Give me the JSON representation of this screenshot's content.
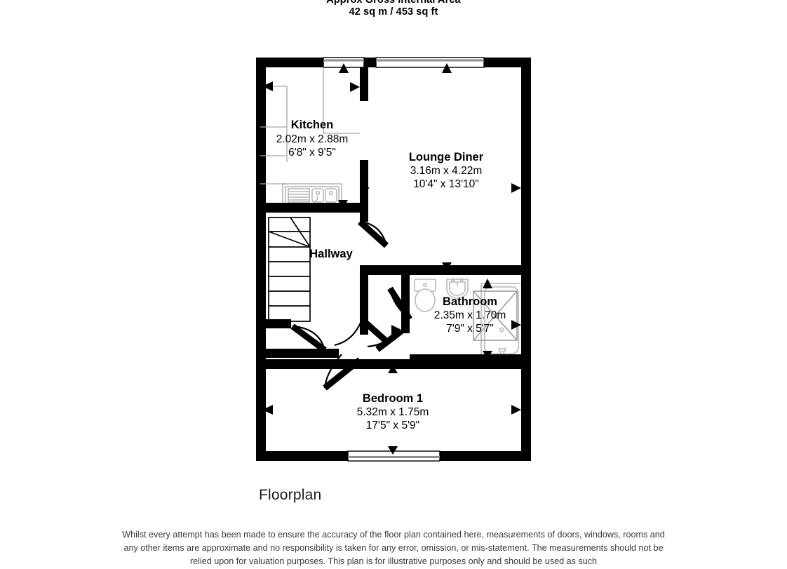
{
  "header": {
    "line1": "Approx Gross Internal Area",
    "line2": "42 sq m / 453 sq ft"
  },
  "caption": "Floorplan",
  "rooms": [
    {
      "id": "kitchen",
      "name": "Kitchen",
      "metric": "2.02m x 2.88m",
      "imperial": "6'8\" x 9'5\""
    },
    {
      "id": "lounge-diner",
      "name": "Lounge Diner",
      "metric": "3.16m x 4.22m",
      "imperial": "10'4\" x 13'10\""
    },
    {
      "id": "hallway",
      "name": "Hallway",
      "metric": "",
      "imperial": ""
    },
    {
      "id": "bathroom",
      "name": "Bathroom",
      "metric": "2.35m x 1.70m",
      "imperial": "7'9\" x 5'7\""
    },
    {
      "id": "bedroom-1",
      "name": "Bedroom 1",
      "metric": "5.32m x 1.75m",
      "imperial": "17'5\" x 5'9\""
    }
  ],
  "disclaimer": {
    "line1": "Whilst every attempt has been made to ensure the accuracy of the floor plan contained here, measurements of doors, windows, rooms and",
    "line2": "any other items are approximate and no responsibility is taken for any error, omission, or mis-statement. The measurements should not be",
    "line3": "relied upon for valuation purposes. This plan is for illustrative purposes only and should be used as such"
  },
  "colors": {
    "wall": "#000000",
    "fixture_outline": "#b4b4b4",
    "dimension_line": "#9a9a9a",
    "background": "#ffffff",
    "text": "#000000"
  },
  "fixtures": [
    {
      "id": "kitchen-sink",
      "label": "sink-with-drainer"
    },
    {
      "id": "bathroom-toilet",
      "label": "wc-toilet"
    },
    {
      "id": "bathroom-basin",
      "label": "wash-basin"
    },
    {
      "id": "bathroom-bath",
      "label": "bath-shower"
    },
    {
      "id": "staircase",
      "label": "winder-staircase"
    }
  ],
  "windows": [
    {
      "id": "window-kitchen-top",
      "wall": "top"
    },
    {
      "id": "window-lounge-top",
      "wall": "top"
    },
    {
      "id": "window-bedroom-bottom",
      "wall": "bottom"
    }
  ]
}
